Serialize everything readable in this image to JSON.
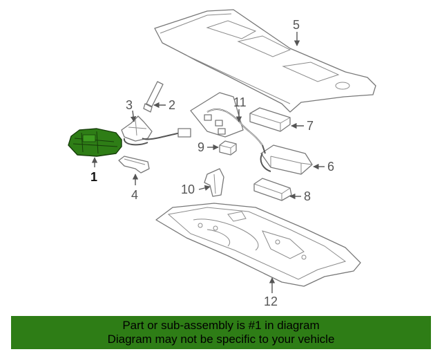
{
  "diagram": {
    "callouts": {
      "p1": "1",
      "p2": "2",
      "p3": "3",
      "p4": "4",
      "p5": "5",
      "p6": "6",
      "p7": "7",
      "p8": "8",
      "p9": "9",
      "p10": "10",
      "p11": "11",
      "p12": "12"
    },
    "highlighted_part": "1",
    "colors": {
      "highlight_fill": "#2e7d16",
      "banner_background": "#2e7d16",
      "line_art": "#777777"
    }
  },
  "banner": {
    "line1": "Part or sub-assembly is #1 in diagram",
    "line2": "Diagram may not be specific to your vehicle"
  }
}
